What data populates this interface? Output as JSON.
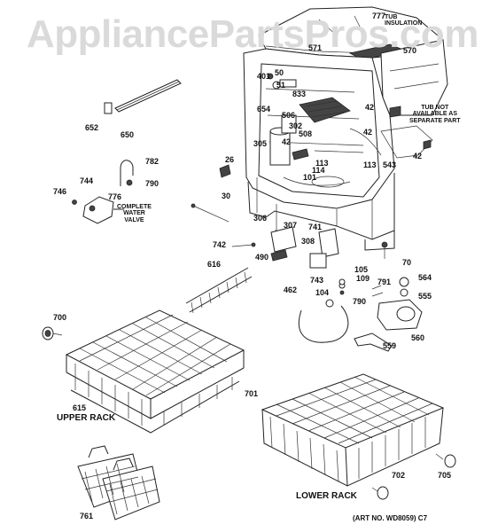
{
  "watermark": "AppliancePartsPros.com",
  "art_number": "(ART NO. WD8059) C7",
  "sections": {
    "upper_rack": "UPPER RACK",
    "lower_rack": "LOWER RACK"
  },
  "notes": {
    "tub_insulation": "TUB\nINSULATION",
    "tub_not_available": "TUB NOT\nAVAILABLE AS\nSEPARATE PART",
    "complete_water_valve": "COMPLETE\nWATER\nVALVE"
  },
  "part_labels": [
    {
      "id": "lbl-777",
      "text": "777"
    },
    {
      "id": "lbl-571",
      "text": "571"
    },
    {
      "id": "lbl-570",
      "text": "570"
    },
    {
      "id": "lbl-50",
      "text": "50"
    },
    {
      "id": "lbl-401",
      "text": "401"
    },
    {
      "id": "lbl-51",
      "text": "51"
    },
    {
      "id": "lbl-833",
      "text": "833"
    },
    {
      "id": "lbl-654",
      "text": "654"
    },
    {
      "id": "lbl-506",
      "text": "506"
    },
    {
      "id": "lbl-302",
      "text": "302"
    },
    {
      "id": "lbl-508",
      "text": "508"
    },
    {
      "id": "lbl-42a",
      "text": "42"
    },
    {
      "id": "lbl-42b",
      "text": "42"
    },
    {
      "id": "lbl-42c",
      "text": "42"
    },
    {
      "id": "lbl-42d",
      "text": "42"
    },
    {
      "id": "lbl-305",
      "text": "305"
    },
    {
      "id": "lbl-543",
      "text": "543"
    },
    {
      "id": "lbl-113a",
      "text": "113"
    },
    {
      "id": "lbl-113b",
      "text": "113"
    },
    {
      "id": "lbl-114",
      "text": "114"
    },
    {
      "id": "lbl-101",
      "text": "101"
    },
    {
      "id": "lbl-652",
      "text": "652"
    },
    {
      "id": "lbl-650",
      "text": "650"
    },
    {
      "id": "lbl-782",
      "text": "782"
    },
    {
      "id": "lbl-790a",
      "text": "790"
    },
    {
      "id": "lbl-744",
      "text": "744"
    },
    {
      "id": "lbl-746",
      "text": "746"
    },
    {
      "id": "lbl-776",
      "text": "776"
    },
    {
      "id": "lbl-26",
      "text": "26"
    },
    {
      "id": "lbl-30",
      "text": "30"
    },
    {
      "id": "lbl-306",
      "text": "306"
    },
    {
      "id": "lbl-307",
      "text": "307"
    },
    {
      "id": "lbl-741",
      "text": "741"
    },
    {
      "id": "lbl-308",
      "text": "308"
    },
    {
      "id": "lbl-742",
      "text": "742"
    },
    {
      "id": "lbl-490",
      "text": "490"
    },
    {
      "id": "lbl-70",
      "text": "70"
    },
    {
      "id": "lbl-616",
      "text": "616"
    },
    {
      "id": "lbl-105",
      "text": "105"
    },
    {
      "id": "lbl-109",
      "text": "109"
    },
    {
      "id": "lbl-743",
      "text": "743"
    },
    {
      "id": "lbl-104",
      "text": "104"
    },
    {
      "id": "lbl-791",
      "text": "791"
    },
    {
      "id": "lbl-564",
      "text": "564"
    },
    {
      "id": "lbl-555",
      "text": "555"
    },
    {
      "id": "lbl-462",
      "text": "462"
    },
    {
      "id": "lbl-790b",
      "text": "790"
    },
    {
      "id": "lbl-700",
      "text": "700"
    },
    {
      "id": "lbl-560",
      "text": "560"
    },
    {
      "id": "lbl-559",
      "text": "559"
    },
    {
      "id": "lbl-615",
      "text": "615"
    },
    {
      "id": "lbl-701",
      "text": "701"
    },
    {
      "id": "lbl-702",
      "text": "702"
    },
    {
      "id": "lbl-705",
      "text": "705"
    },
    {
      "id": "lbl-761",
      "text": "761"
    }
  ]
}
